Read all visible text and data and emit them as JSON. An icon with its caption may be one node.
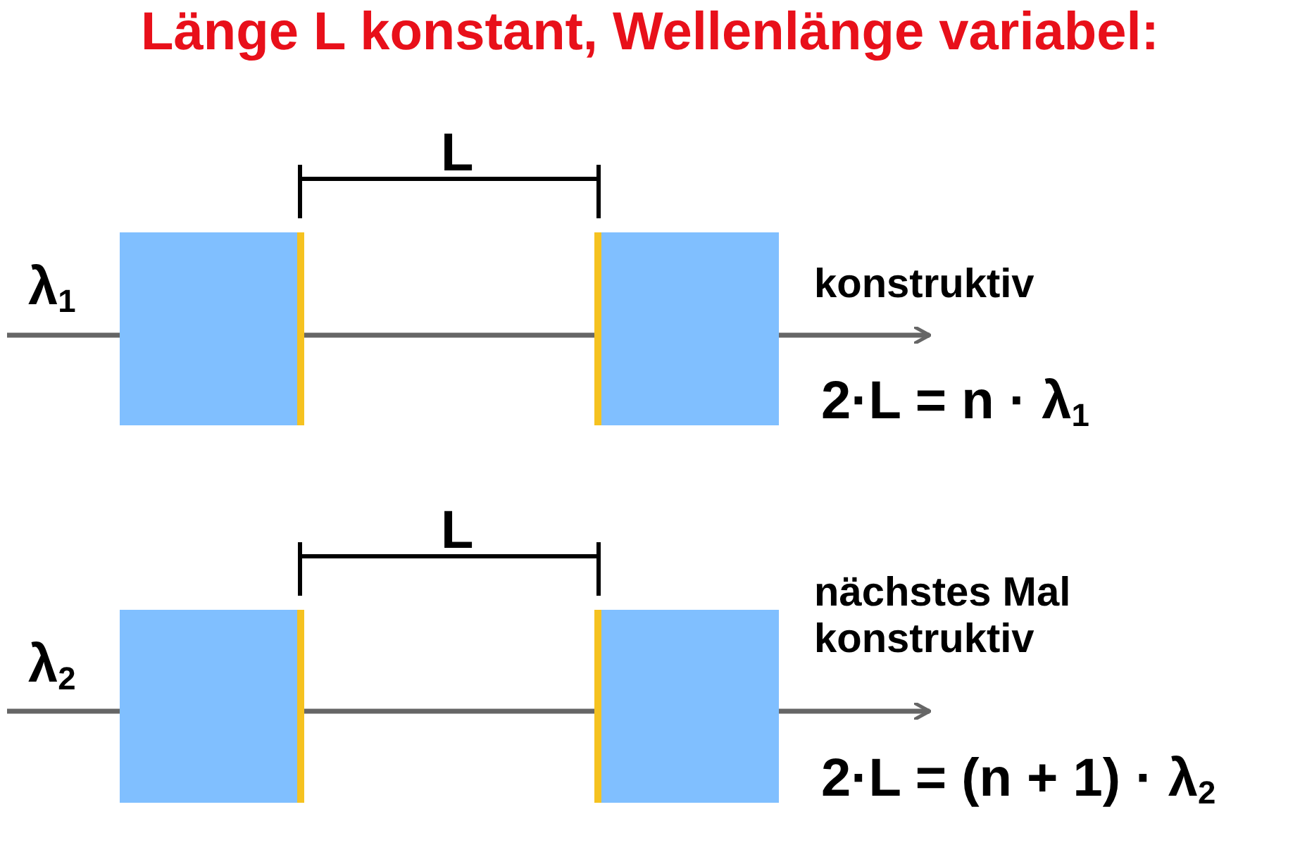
{
  "diagram": {
    "title": "Länge L konstant, Wellenlänge variabel:",
    "nodes": [
      {
        "text": [],
        "shape": "box"
      },
      {
        "text": [],
        "shape": "box"
      },
      {
        "text": [],
        "shape": "box"
      },
      {
        "text": [],
        "shape": "box"
      }
    ],
    "labels": [
      "L",
      "λ$_{1}$",
      "konstruktiv",
      "2·L = n · λ$_{1}$",
      "L",
      "λ$_{2}$",
      "nächstes Mal konstruktiv",
      "2·L = (n + 1) · λ$_{2}$"
    ]
  }
}
